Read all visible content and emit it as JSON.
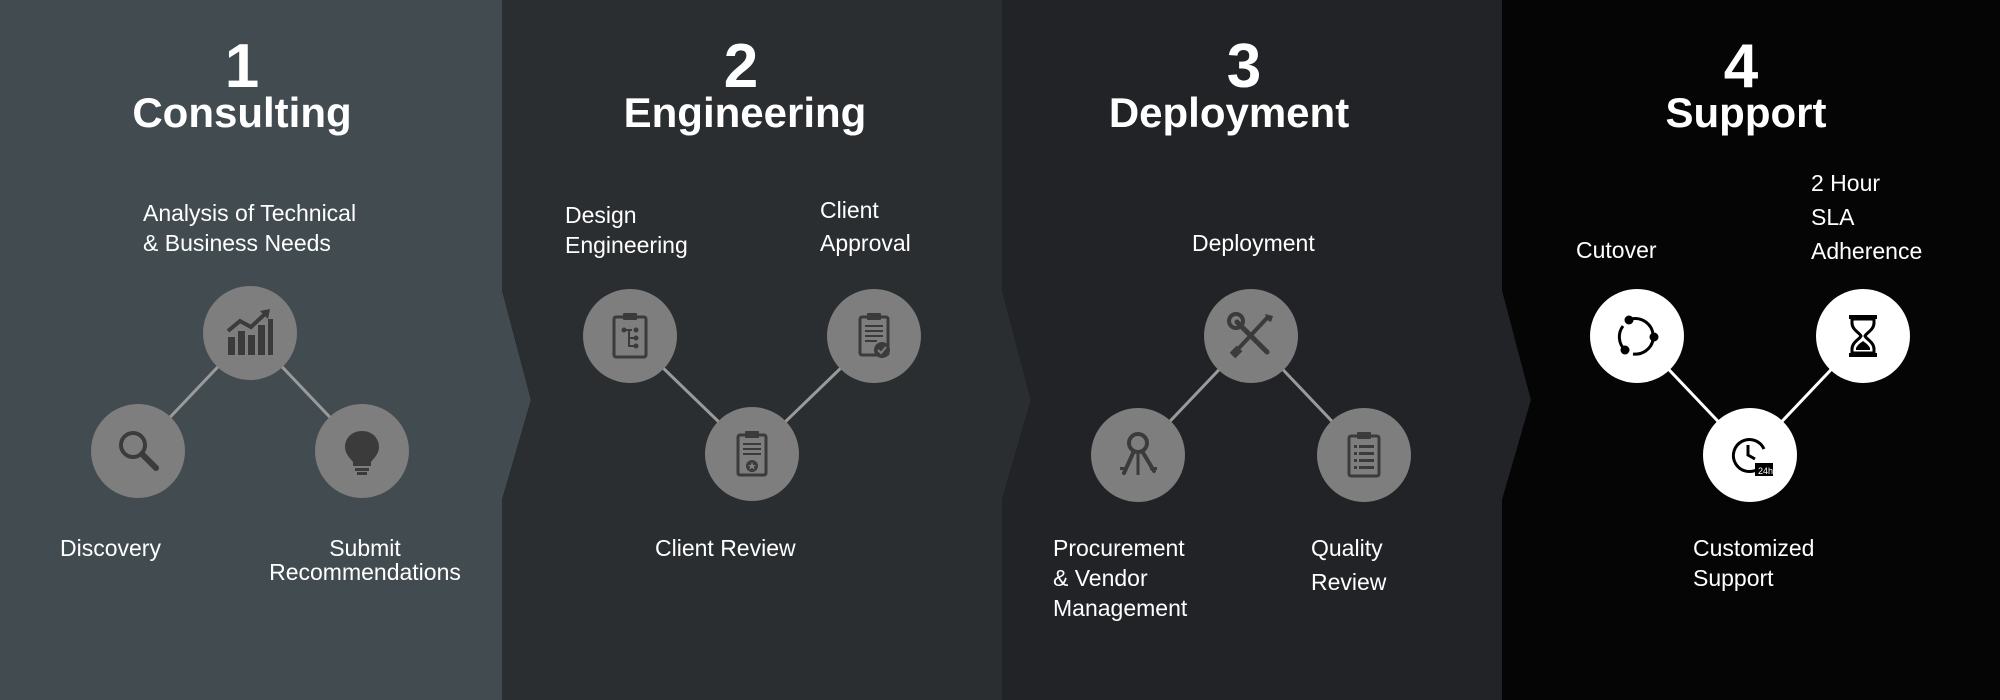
{
  "colors": {
    "panel_1": "#424b50",
    "panel_2": "#2a2e31",
    "panel_3": "#212326",
    "panel_4": "#050505",
    "node_grey": "#7e7e7e",
    "node_white": "#ffffff",
    "icon_dark": "#3b3b3b",
    "connector_grey": "#9a9a9a",
    "connector_white": "#ffffff",
    "text": "#ffffff"
  },
  "phases": [
    {
      "number": "1",
      "title": "Consulting",
      "steps": [
        {
          "label_lines": [
            "Analysis of Technical",
            "& Business Needs"
          ],
          "icon": "chart-growth-icon"
        },
        {
          "label_lines": [
            "Discovery"
          ],
          "icon": "magnifier-icon"
        },
        {
          "label_lines": [
            "Submit",
            "Recommendations"
          ],
          "icon": "lightbulb-icon"
        }
      ]
    },
    {
      "number": "2",
      "title": "Engineering",
      "steps": [
        {
          "label_lines": [
            "Design",
            "Engineering"
          ],
          "icon": "clipboard-diagram-icon"
        },
        {
          "label_lines": [
            "Client",
            "Approval"
          ],
          "icon": "clipboard-check-icon"
        },
        {
          "label_lines": [
            "Client Review"
          ],
          "icon": "clipboard-star-icon"
        }
      ]
    },
    {
      "number": "3",
      "title": "Deployment",
      "steps": [
        {
          "label_lines": [
            "Deployment"
          ],
          "icon": "wrench-screwdriver-icon"
        },
        {
          "label_lines": [
            "Procurement",
            "& Vendor",
            "Management"
          ],
          "icon": "keys-icon"
        },
        {
          "label_lines": [
            "Quality",
            "Review"
          ],
          "icon": "clipboard-list-icon"
        }
      ]
    },
    {
      "number": "4",
      "title": "Support",
      "steps": [
        {
          "label_lines": [
            "Cutover"
          ],
          "icon": "cycle-arrows-icon"
        },
        {
          "label_lines": [
            "2 Hour",
            "SLA",
            "Adherence"
          ],
          "icon": "hourglass-icon"
        },
        {
          "label_lines": [
            "Customized",
            "Support"
          ],
          "icon": "clock-24h-icon"
        }
      ]
    }
  ]
}
